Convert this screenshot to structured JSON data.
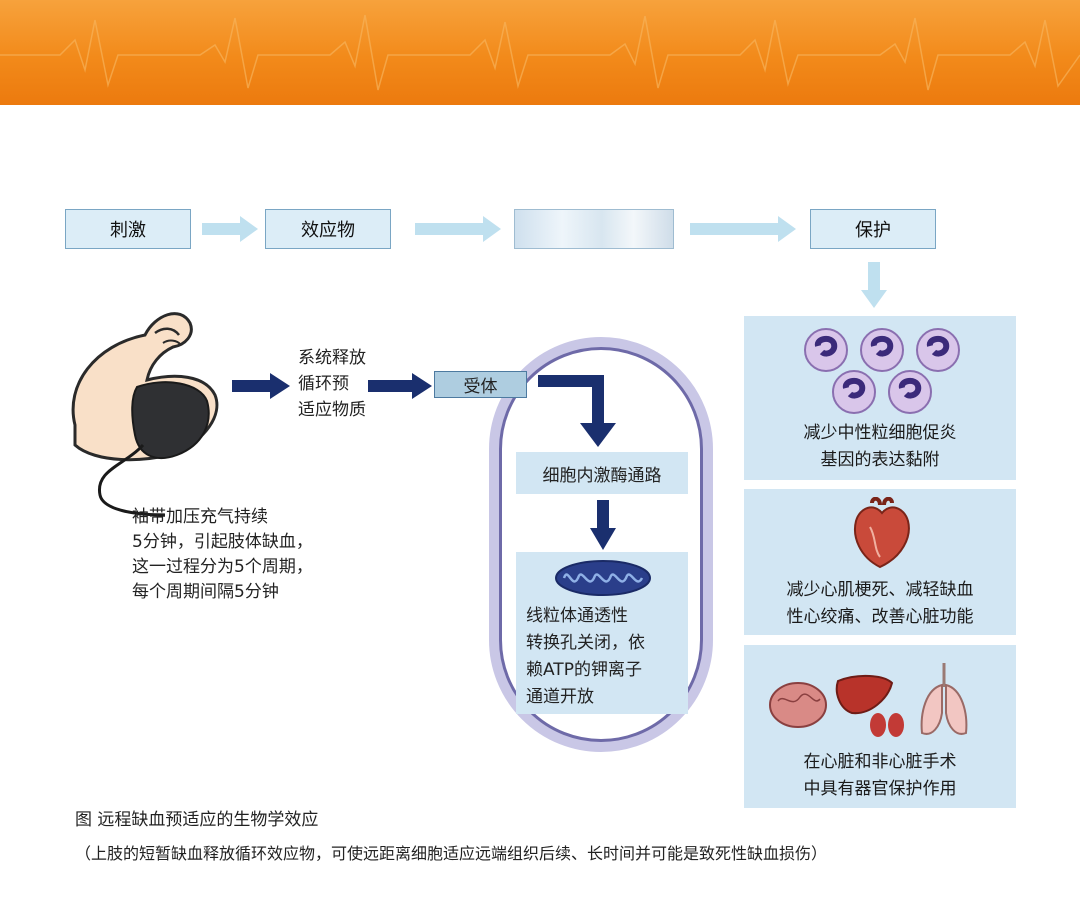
{
  "header_flow": {
    "stimulus": "刺激",
    "effector": "效应物",
    "protection": "保护"
  },
  "arm_text": "袖带加压充气持续\n5分钟，引起肢体缺血，\n这一过程分为5个周期，\n每个周期间隔5分钟",
  "release_text": "系统释放\n循环预\n适应物质",
  "receptor": "受体",
  "pathway": "细胞内激酶通路",
  "mito_text": "线粒体通透性\n转换孔关闭，依\n赖ATP的钾离子\n通道开放",
  "panels": [
    {
      "text": "减少中性粒细胞促炎\n基因的表达黏附"
    },
    {
      "text": "减少心肌梗死、减轻缺血\n性心绞痛、改善心脏功能"
    },
    {
      "text": "在心脏和非心脏手术\n中具有器官保护作用"
    }
  ],
  "caption_title": "图 远程缺血预适应的生物学效应",
  "caption_note": "（上肢的短暂缺血释放循环效应物，可使远距离细胞适应远端组织后续、长时间并可能是致死性缺血损伤）",
  "colors": {
    "banner": "#f28a1a",
    "dark_arrow": "#1a2f6e",
    "pale_arrow": "#bfe0ef",
    "box_fill": "#d2e6f3"
  }
}
